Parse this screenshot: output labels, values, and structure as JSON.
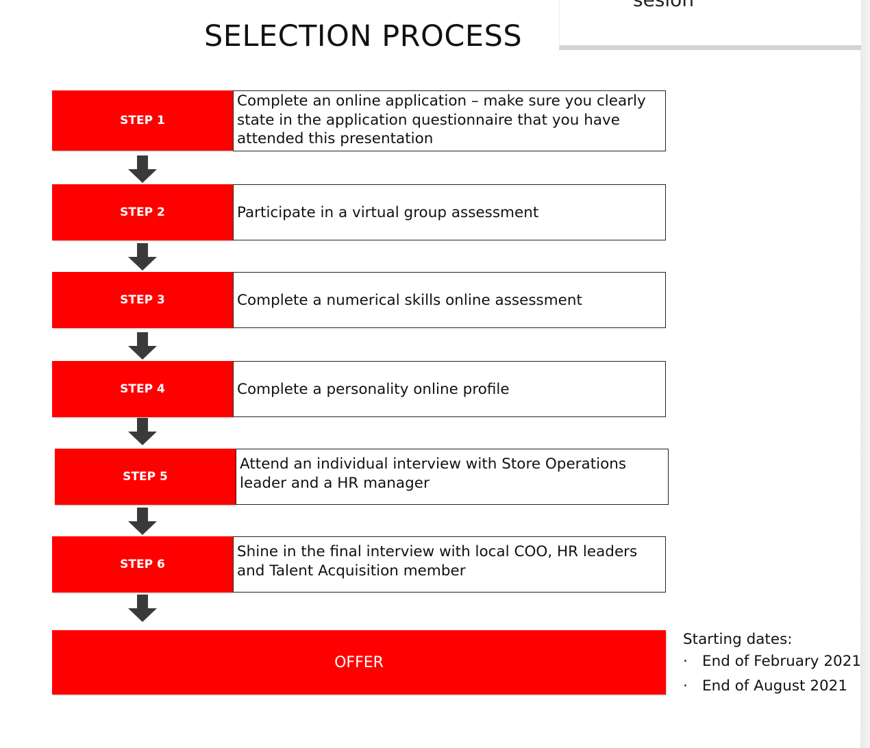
{
  "header": {
    "title": "SELECTION PROCESS",
    "overlay_caption": "sesion"
  },
  "steps": [
    {
      "label": "STEP 1",
      "text": "Complete an online application – make sure you clearly state in the application questionnaire that you have attended this presentation"
    },
    {
      "label": "STEP 2",
      "text": "Participate in a virtual group assessment"
    },
    {
      "label": "STEP 3",
      "text": "Complete a numerical skills online assessment"
    },
    {
      "label": "STEP 4",
      "text": "Complete a personality online profile"
    },
    {
      "label": "STEP 5",
      "text": "Attend an individual interview with Store Operations leader and a HR manager"
    },
    {
      "label": "STEP 6",
      "text": "Shine in the final interview with local COO, HR leaders and Talent Acquisition member"
    }
  ],
  "offer": {
    "label": "OFFER"
  },
  "starting_dates": {
    "heading": "Starting dates:",
    "bullet": "·",
    "items": [
      "End of February 2021",
      "End of August 2021"
    ]
  },
  "colors": {
    "step_fill": "#ff0000",
    "arrow": "#3a3a3a",
    "box_border": "#222222"
  },
  "icons": {
    "arrow": "down-arrow-icon"
  }
}
